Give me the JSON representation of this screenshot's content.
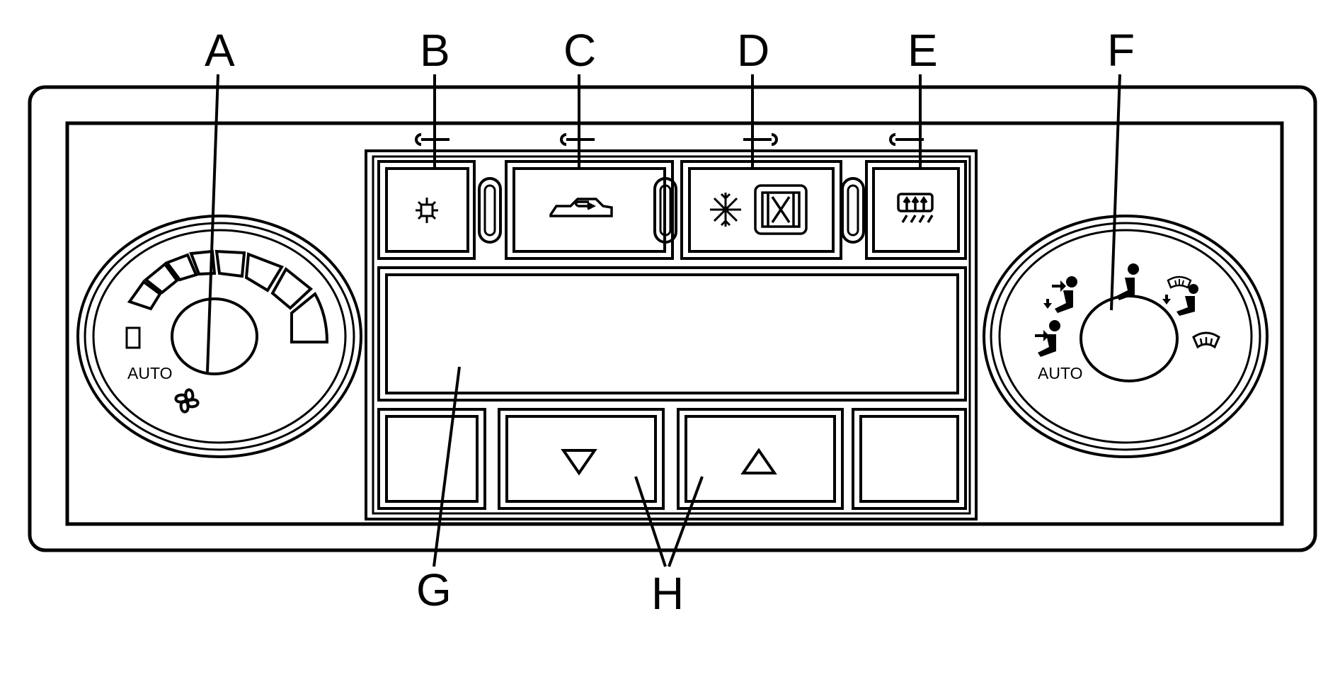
{
  "callouts": {
    "a": "A",
    "b": "B",
    "c": "C",
    "d": "D",
    "e": "E",
    "f": "F",
    "g": "G",
    "h": "H"
  },
  "fan_knob": {
    "auto_label": "AUTO",
    "fan_icon": "fan-icon"
  },
  "mode_knob": {
    "auto_label": "AUTO"
  },
  "buttons": {
    "ac": "snowflake-icon",
    "recirc": "recirculation-icon",
    "front_defrost": "front-defrost-icon",
    "rear_defrost": "rear-defrost-icon",
    "temp_down": "down-triangle-icon",
    "temp_up": "up-triangle-icon"
  },
  "colors": {
    "ink": "#000000",
    "paper": "#ffffff"
  }
}
